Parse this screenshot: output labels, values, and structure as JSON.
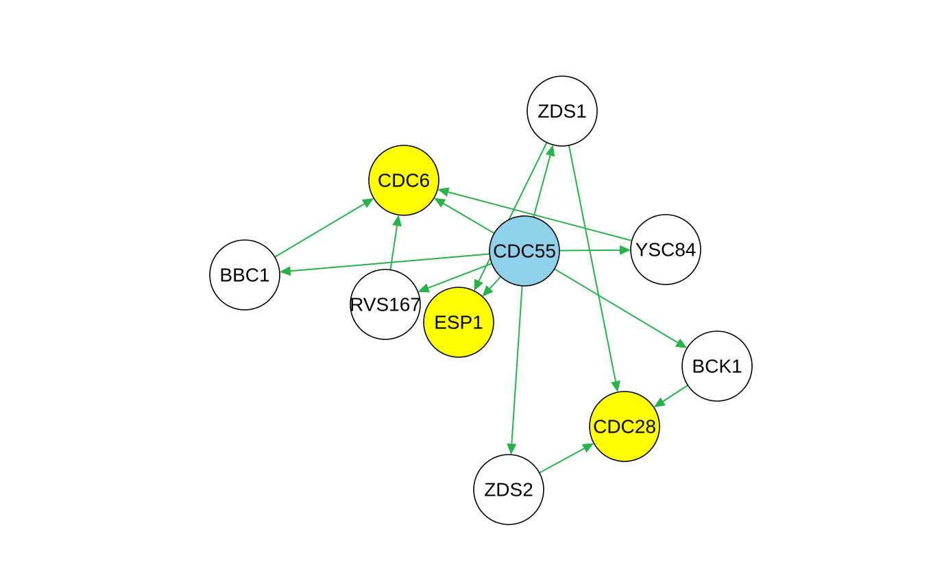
{
  "graph": {
    "colors": {
      "edge": "#27b24a",
      "default_fill": "#ffffff",
      "focus_fill": "#8fd0ea",
      "highlight_fill": "#ffff00"
    },
    "nodes": [
      {
        "id": "ZDS1",
        "label": "ZDS1",
        "status": "default"
      },
      {
        "id": "CDC6",
        "label": "CDC6",
        "status": "highlight"
      },
      {
        "id": "CDC55",
        "label": "CDC55",
        "status": "focus"
      },
      {
        "id": "YSC84",
        "label": "YSC84",
        "status": "default"
      },
      {
        "id": "BBC1",
        "label": "BBC1",
        "status": "default"
      },
      {
        "id": "RVS167",
        "label": "RVS167",
        "status": "default"
      },
      {
        "id": "ESP1",
        "label": "ESP1",
        "status": "highlight"
      },
      {
        "id": "BCK1",
        "label": "BCK1",
        "status": "default"
      },
      {
        "id": "CDC28",
        "label": "CDC28",
        "status": "highlight"
      },
      {
        "id": "ZDS2",
        "label": "ZDS2",
        "status": "default"
      }
    ],
    "edges": [
      {
        "source": "CDC55",
        "target": "ZDS1"
      },
      {
        "source": "ZDS1",
        "target": "ESP1"
      },
      {
        "source": "ZDS1",
        "target": "CDC28"
      },
      {
        "source": "CDC55",
        "target": "CDC6"
      },
      {
        "source": "YSC84",
        "target": "CDC6"
      },
      {
        "source": "BBC1",
        "target": "CDC6"
      },
      {
        "source": "RVS167",
        "target": "CDC6"
      },
      {
        "source": "CDC55",
        "target": "YSC84"
      },
      {
        "source": "CDC55",
        "target": "BBC1"
      },
      {
        "source": "CDC55",
        "target": "RVS167"
      },
      {
        "source": "CDC55",
        "target": "ESP1"
      },
      {
        "source": "CDC55",
        "target": "BCK1"
      },
      {
        "source": "CDC55",
        "target": "ZDS2"
      },
      {
        "source": "BCK1",
        "target": "CDC28"
      },
      {
        "source": "ZDS2",
        "target": "CDC28"
      }
    ]
  }
}
